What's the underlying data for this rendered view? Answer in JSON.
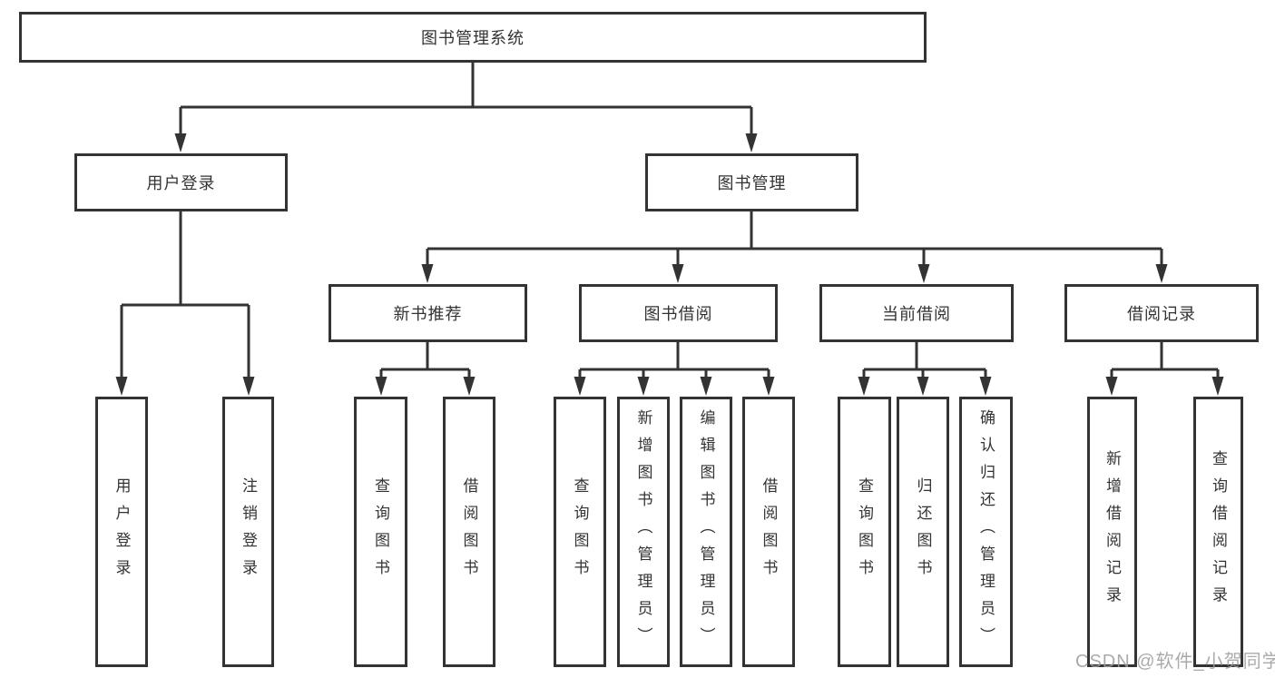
{
  "diagram": {
    "type": "hierarchy-tree",
    "tree": {
      "label": "图书管理系统",
      "children": [
        {
          "label": "用户登录",
          "children": [
            {
              "label": "用户登录"
            },
            {
              "label": "注销登录"
            }
          ]
        },
        {
          "label": "图书管理",
          "children": [
            {
              "label": "新书推荐",
              "children": [
                {
                  "label": "查询图书"
                },
                {
                  "label": "借阅图书"
                }
              ]
            },
            {
              "label": "图书借阅",
              "children": [
                {
                  "label": "查询图书"
                },
                {
                  "label": "新增图书（管理员）"
                },
                {
                  "label": "编辑图书（管理员）"
                },
                {
                  "label": "借阅图书"
                }
              ]
            },
            {
              "label": "当前借阅",
              "children": [
                {
                  "label": "查询图书"
                },
                {
                  "label": "归还图书"
                },
                {
                  "label": "确认归还（管理员）"
                }
              ]
            },
            {
              "label": "借阅记录",
              "children": [
                {
                  "label": "新增借阅记录"
                },
                {
                  "label": "查询借阅记录"
                }
              ]
            }
          ]
        }
      ]
    }
  },
  "watermark": {
    "text": "CSDN @软件_小贺同学"
  },
  "colors": {
    "line": "#333333",
    "text": "#333333",
    "watermark": "#9c9c9c",
    "background": "#ffffff"
  }
}
